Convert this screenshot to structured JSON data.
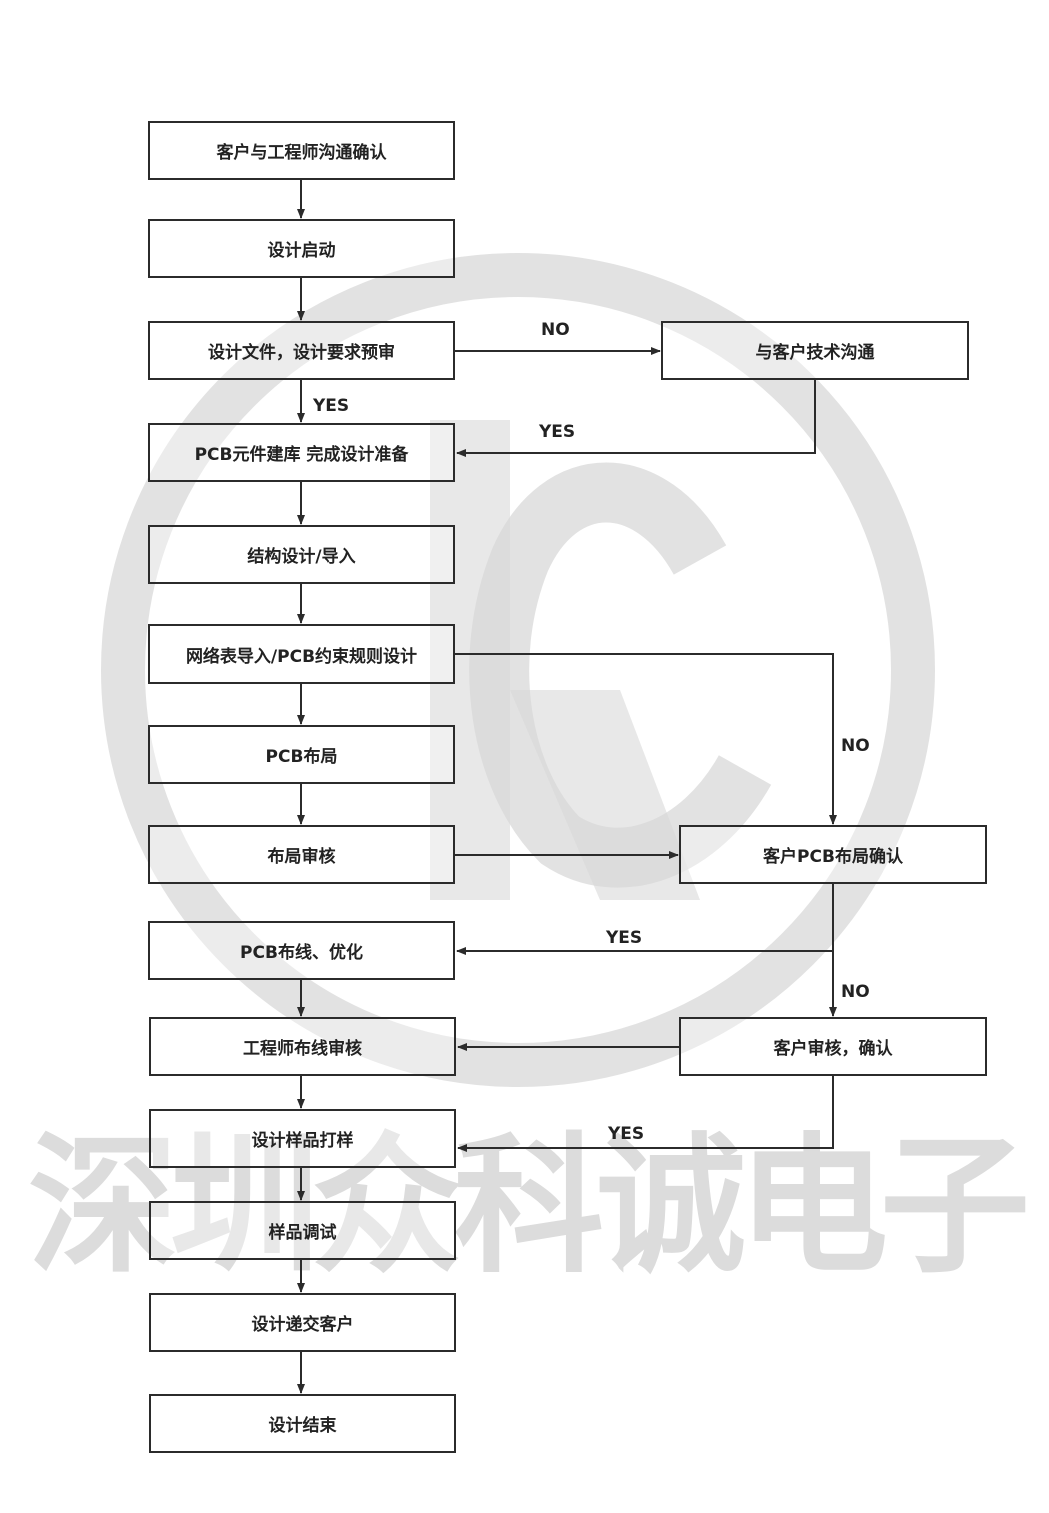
{
  "watermark": {
    "text": "深圳众科诚电子",
    "logo_color": "#d8d8d8"
  },
  "colors": {
    "stroke": "#2b2b2b",
    "text": "#222222"
  },
  "nodes": {
    "comm_confirm": "客户与工程师沟通确认",
    "design_start": "设计启动",
    "pre_review": "设计文件，设计要求预审",
    "tech_comm": "与客户技术沟通",
    "lib_build": "PCB元件建库 完成设计准备",
    "struct_design": "结构设计/导入",
    "netlist": "网络表导入/PCB约束规则设计",
    "layout": "PCB布局",
    "layout_review": "布局审核",
    "customer_layout_confirm": "客户PCB布局确认",
    "routing": "PCB布线、优化",
    "routing_review": "工程师布线审核",
    "customer_review": "客户审核，确认",
    "proto": "设计样品打样",
    "debug": "样品调试",
    "deliver": "设计递交客户",
    "end": "设计结束"
  },
  "edge_labels": {
    "prereview_no": "NO",
    "prereview_yes": "YES",
    "techcomm_yes": "YES",
    "netlist_no": "NO",
    "layout_confirm_yes": "YES",
    "layout_confirm_no": "NO",
    "customer_review_yes": "YES"
  }
}
